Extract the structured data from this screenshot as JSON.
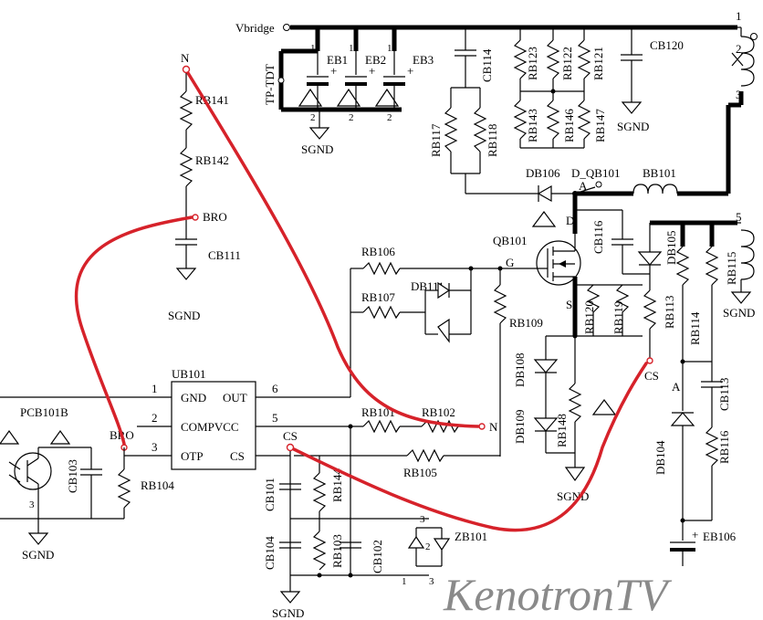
{
  "nets": {
    "vbridge": "Vbridge",
    "sgnd": "SGND",
    "n": "N",
    "bro": "BRO",
    "cs": "CS",
    "g": "G",
    "d": "D",
    "s": "S",
    "a": "A",
    "d_qb101": "D_QB101"
  },
  "pins": {
    "p1": "1",
    "p2": "2",
    "p3": "3",
    "p5": "5",
    "p6": "6"
  },
  "ic": {
    "ref": "UB101",
    "pins": [
      "GND",
      "OUT",
      "COMPVCC",
      "OTP",
      "CS"
    ]
  },
  "components": {
    "rb141": "RB141",
    "rb142": "RB142",
    "cb111": "CB111",
    "rb106": "RB106",
    "rb107": "RB107",
    "db111": "DB111",
    "rb109": "RB109",
    "qb101": "QB101",
    "cb116": "CB116",
    "db105": "DB105",
    "rb115": "RB115",
    "rb120": "RB120",
    "rb119": "RB119",
    "rb113": "RB113",
    "rb114": "RB114",
    "cb113": "CB113",
    "db104": "DB104",
    "rb116": "RB116",
    "eb106": "EB106",
    "db108": "DB108",
    "db109": "DB109",
    "rb148": "RB148",
    "rb101": "RB101",
    "rb102": "RB102",
    "rb105": "RB105",
    "cb101": "CB101",
    "cb104": "CB104",
    "rb144": "RB144",
    "rb103": "RB103",
    "cb102": "CB102",
    "zb101": "ZB101",
    "pcb101b": "PCB101B",
    "cb103": "CB103",
    "rb104": "RB104",
    "eb1": "EB1",
    "eb2": "EB2",
    "eb3": "EB3",
    "tp_tdt": "TP-TDT",
    "cb114": "CB114",
    "rb123": "RB123",
    "rb122": "RB122",
    "rb121": "RB121",
    "rb143": "RB143",
    "rb146": "RB146",
    "rb147": "RB147",
    "rb117": "RB117",
    "rb118": "RB118",
    "cb120": "CB120",
    "db106": "DB106",
    "bb101": "BB101"
  },
  "marks": {
    "plus": "+",
    "one": "1",
    "two": "2",
    "three": "3"
  },
  "watermark": "KenotronTV",
  "colors": {
    "wire": "#000000",
    "annotation": "#d6222a",
    "watermark": "#8a8a8a"
  }
}
